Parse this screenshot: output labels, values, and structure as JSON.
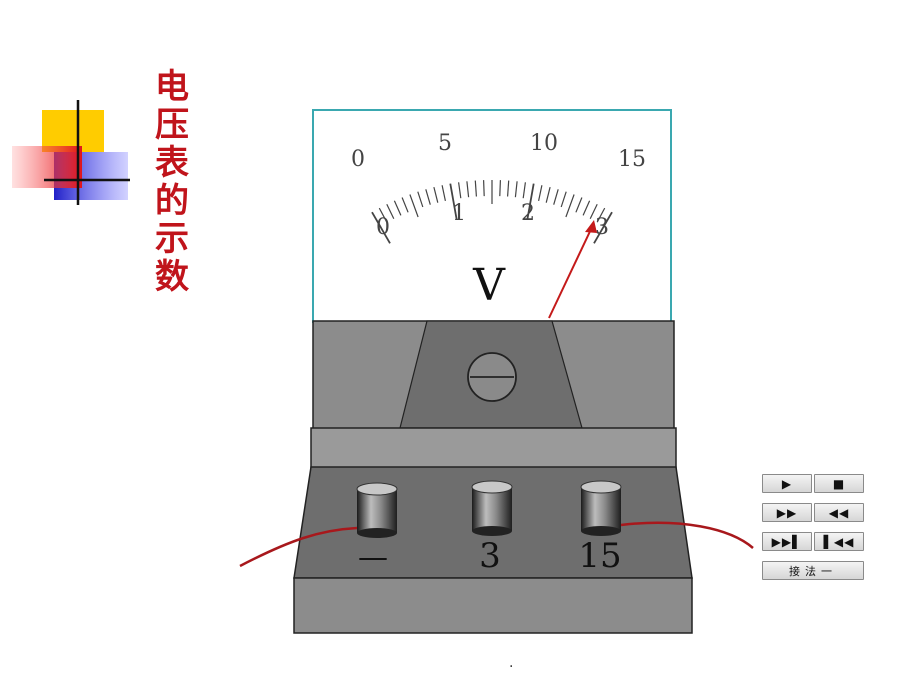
{
  "title": {
    "chars": [
      "电",
      "压",
      "表",
      "的",
      "示",
      "数"
    ]
  },
  "meter": {
    "upper_scale_labels": [
      "0",
      "5",
      "10",
      "15"
    ],
    "lower_scale_labels": [
      "0",
      "1",
      "2",
      "3"
    ],
    "unit_symbol": "V",
    "terminal_labels": [
      "—",
      "3",
      "15"
    ],
    "colors": {
      "face_border": "#3aa8b0",
      "needle": "#c41a1a",
      "wire": "#a8181c",
      "body": "#8c8c8c"
    }
  },
  "controls": {
    "play_icon": "▶",
    "stop_icon": "■",
    "forward_icon": "▶▶",
    "rewind_icon": "◀◀",
    "next_icon": "▶▶▌",
    "prev_icon": "▌◀◀",
    "method_label": "接法一"
  },
  "footer": {
    "dot": "."
  }
}
